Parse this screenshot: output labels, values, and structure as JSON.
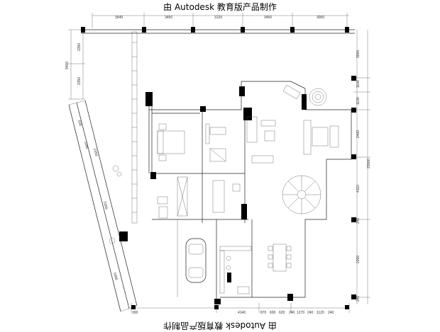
{
  "watermark": {
    "top": "由 Autodesk 教育版产品制作",
    "bottom": "由 Autodesk 教育版产品制作"
  },
  "dimensions": {
    "top": [
      "3540",
      "3450",
      "3120",
      "3450",
      "3000"
    ],
    "bottom": [
      "300",
      "4140",
      "870",
      "600",
      "620",
      "240",
      "1270",
      "240",
      "1120",
      "240"
    ],
    "left": [
      "2350",
      "2350",
      "5400"
    ],
    "right": [
      "3000",
      "1100",
      "1100",
      "2400",
      "4110",
      "2200",
      "23000",
      "240",
      "240"
    ],
    "diagonal_left": [
      "620",
      "1100",
      "2350",
      "5350",
      "1000"
    ]
  }
}
